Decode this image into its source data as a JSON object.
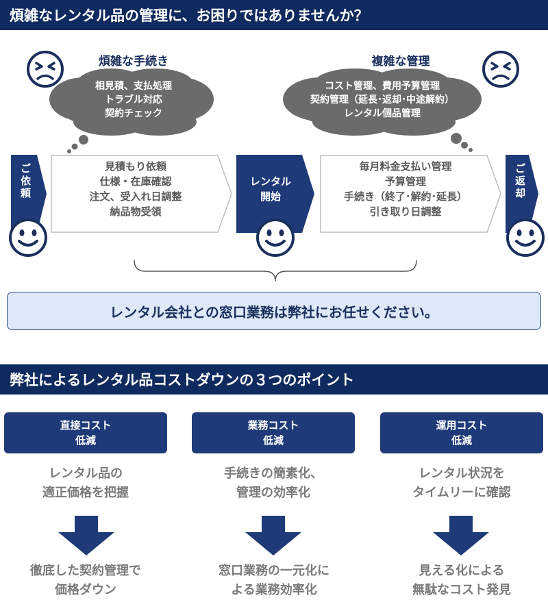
{
  "section1": {
    "title": "煩雑なレンタル品の管理に、お困りではありませんか？",
    "left_heading": "煩雑な手続き",
    "right_heading": "複雑な管理",
    "left_cloud": [
      "相見積、支払処理",
      "トラブル対応",
      "契約チェック"
    ],
    "right_cloud": [
      "コスト管理、費用予算管理",
      "契約管理（延長･返却･中途解約）",
      "レンタル個品管理"
    ]
  },
  "flow": {
    "start_label": "ご依頼",
    "step1": [
      "見積もり依頼",
      "仕様・在庫確認",
      "注文、受入れ日調整",
      "納品物受領"
    ],
    "middle_label": [
      "レンタル",
      "開始"
    ],
    "step2": [
      "毎月料金支払い管理",
      "予算管理",
      "手続き（終了･解約･延長）",
      "引き取り日調整"
    ],
    "end_label": "ご返却"
  },
  "callout": "レンタル会社との窓口業務は弊社にお任せください。",
  "section2": {
    "title": "弊社によるレンタル品コストダウンの３つのポイント",
    "points": [
      {
        "badge": [
          "直接コスト",
          "低減"
        ],
        "top": [
          "レンタル品の",
          "適正価格を把握"
        ],
        "bottom": [
          "徹底した契約管理で",
          "価格ダウン"
        ]
      },
      {
        "badge": [
          "業務コスト",
          "低減"
        ],
        "top": [
          "手続きの簡素化、",
          "管理の効率化"
        ],
        "bottom": [
          "窓口業務の一元化に",
          "よる業務効率化"
        ]
      },
      {
        "badge": [
          "運用コスト",
          "低減"
        ],
        "top": [
          "レンタル状況を",
          "タイムリーに確認"
        ],
        "bottom": [
          "見える化による",
          "無駄なコスト発見"
        ]
      }
    ]
  },
  "colors": {
    "navy": "#0f2a5e",
    "cloud": "#6b6b6b",
    "callout_bg": "#dde9f8",
    "text_gray": "#7a7a7a"
  },
  "icons": [
    "sad-face-icon",
    "smile-face-icon",
    "arrow-right-icon",
    "arrow-down-icon",
    "brace-icon"
  ]
}
